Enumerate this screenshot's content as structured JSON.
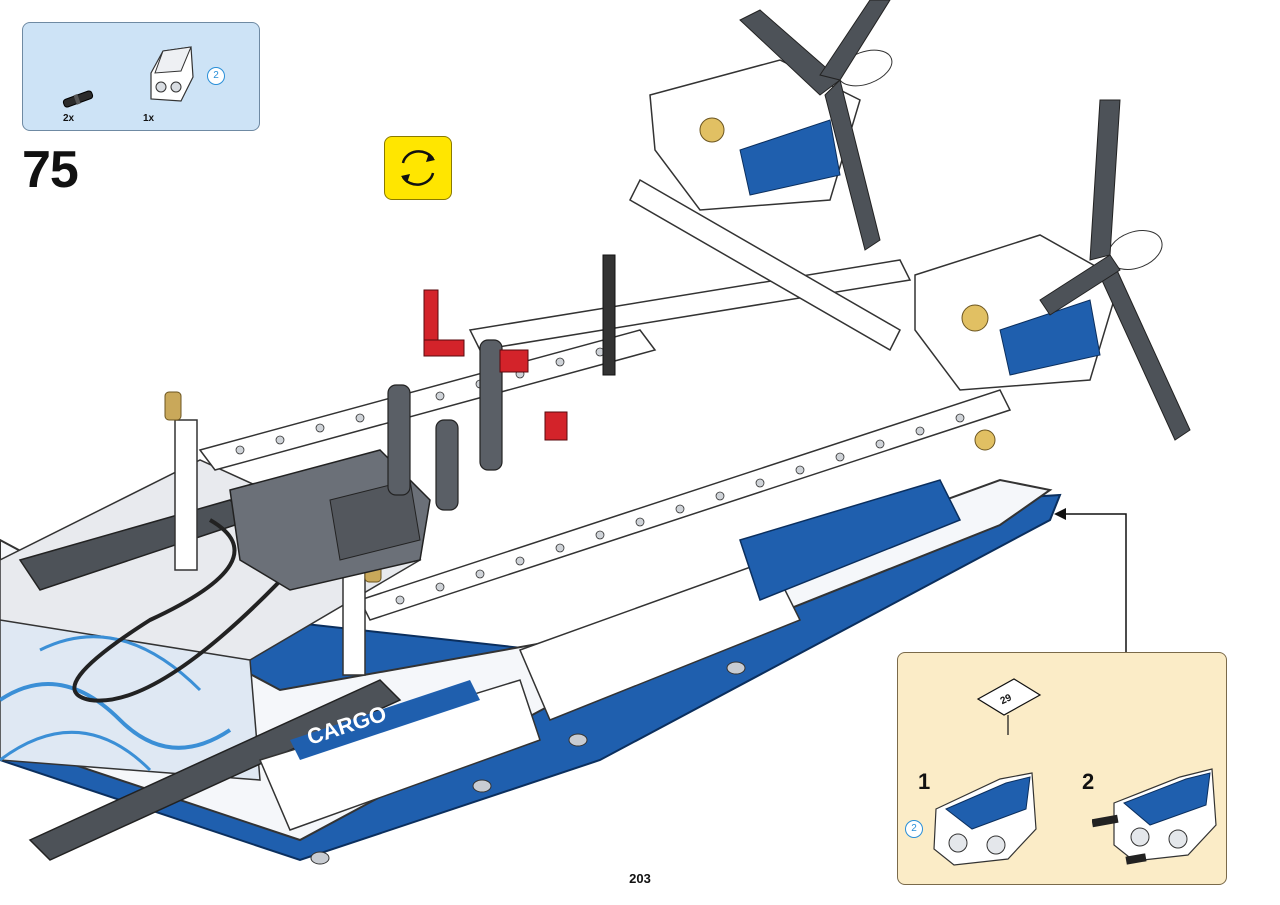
{
  "step": {
    "number": "75",
    "page_number": "203"
  },
  "parts_list": [
    {
      "icon": "axle-pin-icon",
      "quantity": "2x"
    },
    {
      "icon": "connector-block-icon",
      "quantity": "1x",
      "callout_badge": "2"
    }
  ],
  "rotate_badge": {
    "icon": "rotate-model-icon"
  },
  "callout": {
    "substeps": [
      {
        "number": "1",
        "badge": "2"
      },
      {
        "number": "2"
      }
    ],
    "subassembly_tag": "29"
  },
  "model": {
    "hull_decal_text": "CARGO",
    "colors": {
      "primary": "#1f5fae",
      "white": "#ffffff",
      "dark_gray": "#555a60",
      "red": "#d3232a"
    }
  }
}
